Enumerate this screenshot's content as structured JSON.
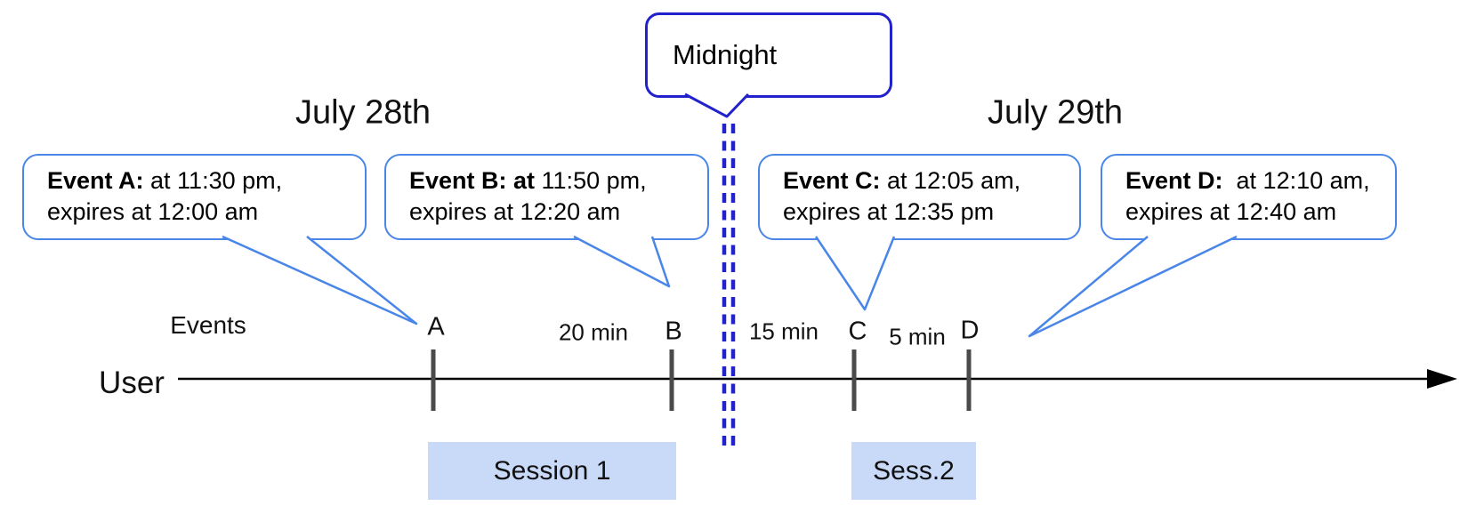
{
  "dates": {
    "left": "July 28th",
    "right": "July 29th"
  },
  "callouts": {
    "midnight": "Midnight",
    "events": [
      {
        "bold": "Event A:",
        "rest": " at 11:30 pm,",
        "line2": "expires at 12:00 am"
      },
      {
        "bold": "Event B: at",
        "rest": " 11:50 pm,",
        "line2": "expires at 12:20 am"
      },
      {
        "bold": "Event C:",
        "rest": " at 12:05 am,",
        "line2": "expires at 12:35 pm"
      },
      {
        "bold": "Event D:",
        "rest": "  at 12:10 am,",
        "line2": "expires at 12:40 am"
      }
    ]
  },
  "timeline": {
    "events_label": "Events",
    "user_label": "User",
    "ticks": [
      "A",
      "B",
      "C",
      "D"
    ],
    "gaps": [
      "20 min",
      "15 min",
      "5 min"
    ],
    "sessions": [
      "Session 1",
      "Sess.2"
    ]
  },
  "colors": {
    "event_bubble_border": "#4a86e8",
    "midnight_blue": "#2222cc",
    "session_fill": "#c9daf8",
    "tick_gray": "#4a4a4a",
    "axis_black": "#000000"
  }
}
